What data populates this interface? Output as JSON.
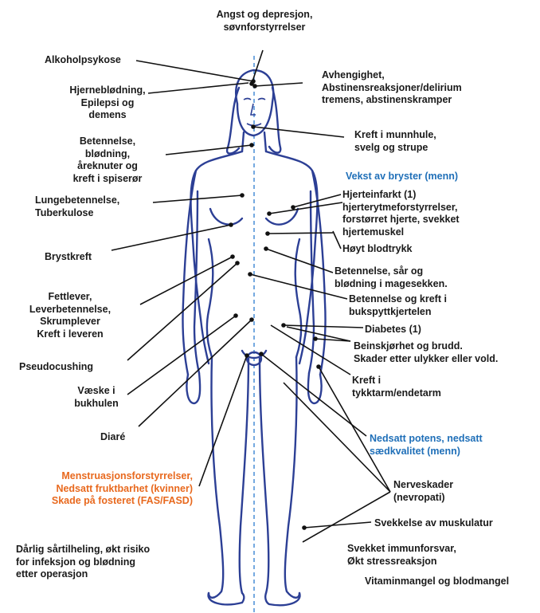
{
  "colors": {
    "outline": "#2c3f95",
    "line": "#111111",
    "midline": "#2b7bd0",
    "label": "#1a1a1a",
    "male_label": "#1f6fb8",
    "female_label": "#e8691e"
  },
  "labels": {
    "anxiety": "Angst og depresjon,\nsøvnforstyrrelser",
    "alcohol_psychosis": "Alkoholpsykose",
    "brain": "Hjerneblødning,\nEpilepsi og\ndemens",
    "dependence": "Avhengighet,\nAbstinensreaksjoner/delirium\ntremens, abstinenskramper",
    "esophagus": "Betennelse,\nblødning,\nåreknuter og\nkreft i spiserør",
    "mouth_cancer": "Kreft i munnhule,\nsvelg og strupe",
    "breast_growth": "Vekst av bryster (menn)",
    "lungs": "Lungebetennelse,\nTuberkulose",
    "heart": "Hjerteinfarkt (1)\nhjerterytmeforstyrrelser,\nforstørret hjerte, svekket\nhjertemuskel",
    "blood_pressure": "Høyt blodtrykk",
    "breast_cancer": "Brystkreft",
    "stomach": "Betennelse, sår og\nblødning i magesekken.",
    "liver": "Fettlever,\nLeverbetennelse,\nSkrumplever\nKreft i leveren",
    "pancreas": "Betennelse og kreft i\nbukspyttkjertelen",
    "diabetes": "Diabetes (1)",
    "bones": "Beinskjørhet og brudd.\nSkader etter ulykker eller vold.",
    "pseudocushing": "Pseudocushing",
    "ascites": "Væske i\nbukhulen",
    "colon": "Kreft i\ntykktarm/endetarm",
    "diarrhea": "Diaré",
    "potency": "Nedsatt potens, nedsatt\nsædkvalitet (menn)",
    "menstrual": "Menstruasjonsforstyrrelser,\nNedsatt fruktbarhet (kvinner)\nSkade på fosteret (FAS/FASD)",
    "nerve": "Nerveskader\n(nevropati)",
    "muscle": "Svekkelse av muskulatur",
    "healing": "Dårlig sårtilheling, økt risiko\nfor infeksjon og blødning\netter operasjon",
    "immune": "Svekket immunforsvar,\nØkt stressreaksjon",
    "vitamin": "Vitaminmangel og blodmangel"
  }
}
